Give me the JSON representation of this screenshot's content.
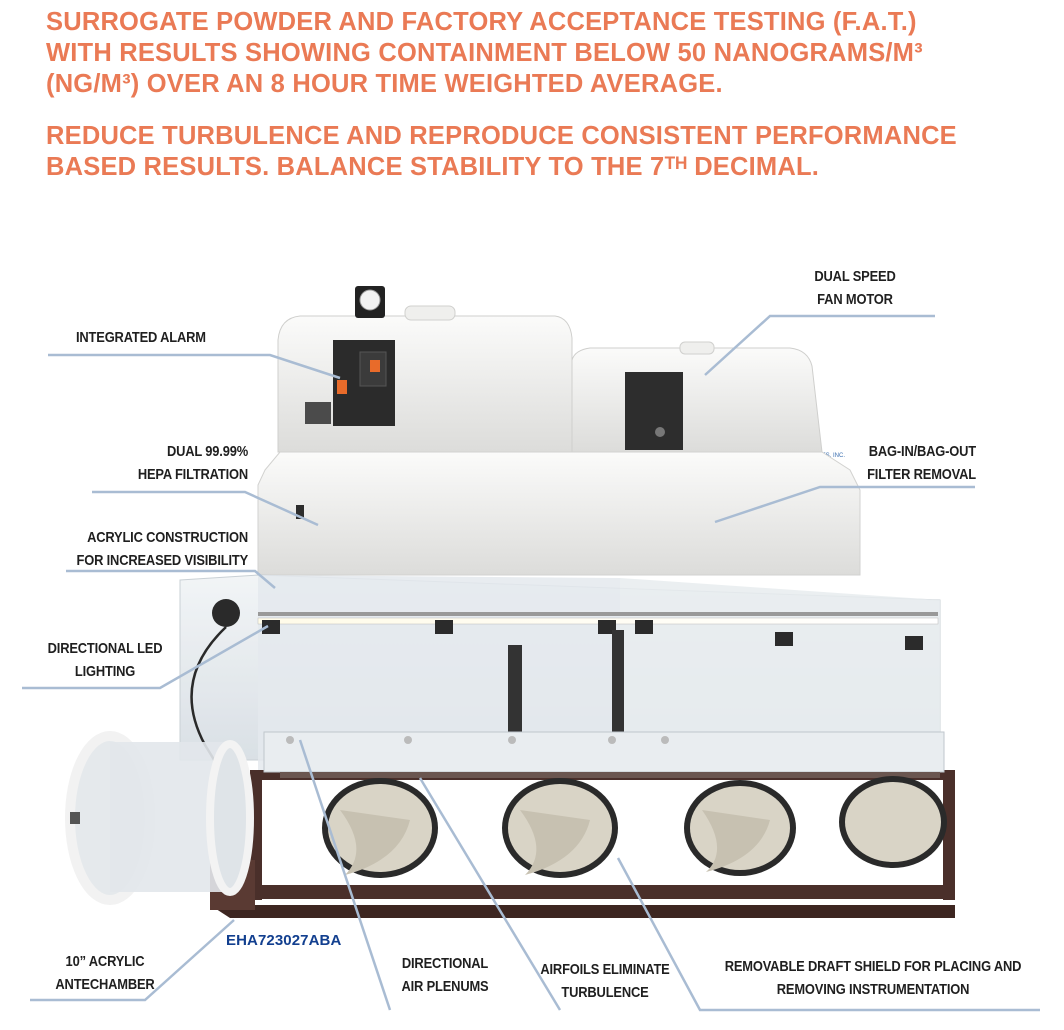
{
  "headlines": [
    {
      "text": "SURROGATE POWDER AND FACTORY ACCEPTANCE TESTING (F.A.T.)\nWITH RESULTS SHOWING CONTAINMENT BELOW 50 NANOGRAMS/M³\n(NG/M³) OVER AN 8 HOUR TIME WEIGHTED AVERAGE."
    },
    {
      "text": "REDUCE TURBULENCE AND REPRODUCE CONSISTENT PERFORMANCE\nBASED RESULTS.  BALANCE STABILITY TO THE 7ᵀᴴ DECIMAL."
    }
  ],
  "callouts": {
    "integrated_alarm": [
      "INTEGRATED ALARM"
    ],
    "dual_speed_fan_motor": [
      "DUAL SPEED",
      "FAN MOTOR"
    ],
    "hepa_filtration": [
      "DUAL 99.99%",
      "HEPA FILTRATION"
    ],
    "bag_in_bag_out": [
      "BAG-IN/BAG-OUT",
      "FILTER REMOVAL"
    ],
    "acrylic_construction": [
      "ACRYLIC CONSTRUCTION",
      "FOR INCREASED VISIBILITY"
    ],
    "directional_led": [
      "DIRECTIONAL LED",
      "LIGHTING"
    ],
    "antechamber": [
      "10” ACRYLIC",
      "ANTECHAMBER"
    ],
    "air_plenums": [
      "DIRECTIONAL",
      "AIR PLENUMS"
    ],
    "airfoils": [
      "AIRFOILS ELIMINATE",
      "TURBULENCE"
    ],
    "draft_shield": [
      "REMOVABLE DRAFT SHIELD FOR PLACING AND",
      "REMOVING INSTRUMENTATION"
    ]
  },
  "model_number": "EHA723027ABA",
  "logo_text": "FLOW SCIENCES, INC.",
  "colors": {
    "headline": "#ea7a55",
    "callout_text": "#1f1f1f",
    "leader_line": "#a9bcd3",
    "model_number": "#123f8f",
    "cabinet_body": "#eeeeec",
    "acrylic": "#dfe5ea",
    "frame": "#4a2f2a",
    "glove": "#d9d4c6"
  }
}
